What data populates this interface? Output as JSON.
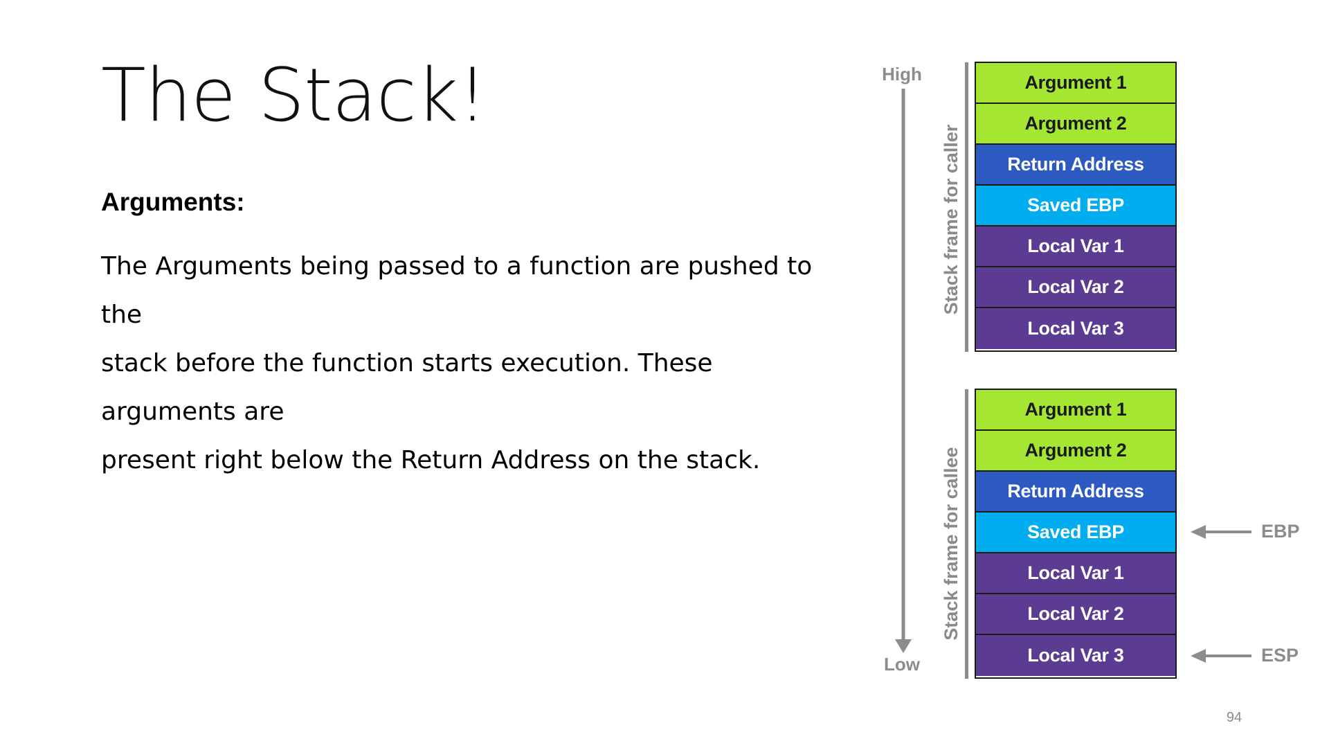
{
  "slide": {
    "title": "The Stack!",
    "subheading": "Arguments:",
    "paragraph_lines": [
      "The Arguments being passed to a function are pushed to the",
      "stack before the function starts execution. These arguments are",
      "present right below the Return Address on the stack."
    ],
    "page_number": "94"
  },
  "diagram": {
    "high_label": "High",
    "low_label": "Low",
    "colors": {
      "argument": "#a4e632",
      "return_address": "#2c5ac0",
      "saved_ebp": "#00aeef",
      "local_var": "#5b3c92",
      "gray": "#8c8c8c"
    },
    "frames": [
      {
        "label": "Stack frame for caller",
        "cells": [
          {
            "text": "Argument 1",
            "bg": "#a4e632",
            "fg": "#1a1a1a"
          },
          {
            "text": "Argument 2",
            "bg": "#a4e632",
            "fg": "#1a1a1a"
          },
          {
            "text": "Return Address",
            "bg": "#2c5ac0",
            "fg": "#ffffff"
          },
          {
            "text": "Saved EBP",
            "bg": "#00aeef",
            "fg": "#ffffff"
          },
          {
            "text": "Local Var 1",
            "bg": "#5b3c92",
            "fg": "#ffffff"
          },
          {
            "text": "Local Var 2",
            "bg": "#5b3c92",
            "fg": "#ffffff"
          },
          {
            "text": "Local Var 3",
            "bg": "#5b3c92",
            "fg": "#ffffff"
          }
        ]
      },
      {
        "label": "Stack frame for callee",
        "cells": [
          {
            "text": "Argument 1",
            "bg": "#a4e632",
            "fg": "#1a1a1a"
          },
          {
            "text": "Argument 2",
            "bg": "#a4e632",
            "fg": "#1a1a1a"
          },
          {
            "text": "Return Address",
            "bg": "#2c5ac0",
            "fg": "#ffffff"
          },
          {
            "text": "Saved EBP",
            "bg": "#00aeef",
            "fg": "#ffffff"
          },
          {
            "text": "Local Var 1",
            "bg": "#5b3c92",
            "fg": "#ffffff"
          },
          {
            "text": "Local Var 2",
            "bg": "#5b3c92",
            "fg": "#ffffff"
          },
          {
            "text": "Local Var 3",
            "bg": "#5b3c92",
            "fg": "#ffffff"
          }
        ]
      }
    ],
    "pointers": [
      {
        "label": "EBP",
        "target": "Saved EBP"
      },
      {
        "label": "ESP",
        "target": "Local Var 3"
      }
    ]
  }
}
